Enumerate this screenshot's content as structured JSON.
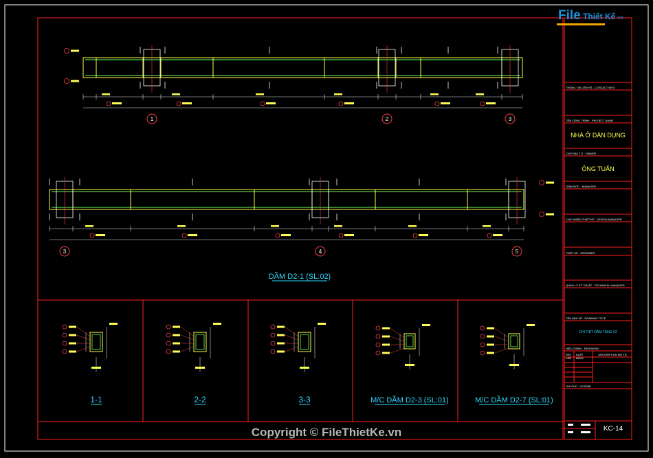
{
  "title_block": {
    "contact_label": "THÔNG TIN LIÊN HỆ - CONTACT INFO",
    "project_label": "TÊN CÔNG TRÌNH - PROJECT NAME",
    "project_name": "NHÀ Ở DÂN DỤNG",
    "owner_label": "CHỦ ĐẦU TƯ - OWNER",
    "owner_name": "ÔNG TUẤN",
    "director_label": "GIÁM ĐỐC - MANAGER",
    "design_manager_label": "CHỦ NHIỆM THIẾT KẾ - DESIGN MANAGER",
    "designer_label": "THIẾT KẾ - DESIGNER",
    "technical_label": "QUẢN LÝ KỸ THUẬT - TECHNICAL MANAGER",
    "drawing_title_label": "TÊN BẢN VẼ - DRAWING TITLE",
    "drawing_title": "CHI TIẾT DẦM TẦNG 02",
    "revision_label": "HIỆU CHỈNH - REVISIONS",
    "rev_col": "REV LẦN",
    "date_col": "DATE NGÀY",
    "desc_col": "DESCRIPTION MÔ TẢ",
    "notes_label": "GHI CHÚ - LEGEND",
    "sheet_no": "KC-14"
  },
  "drawing": {
    "beam_title": "DẦM D2-1 (SL:02)",
    "axes_top": [
      "1",
      "2",
      "3"
    ],
    "axes_bottom": [
      "3",
      "4",
      "5"
    ],
    "section_titles": [
      "1-1",
      "2-2",
      "3-3",
      "M/C DẦM D2-3 (SL:01)",
      "M/C DẦM D2-7 (SL:01)"
    ]
  },
  "logo": {
    "file": "File",
    "rest": "Thiết Kế",
    "sub": ".vn"
  },
  "copyright": "Copyright © FileThietKe.vn",
  "colors": {
    "frame": "#ff2020",
    "beam": "#ffff40",
    "dim": "#dddddd",
    "text": "#ffff55",
    "tag": "#ff4040"
  }
}
